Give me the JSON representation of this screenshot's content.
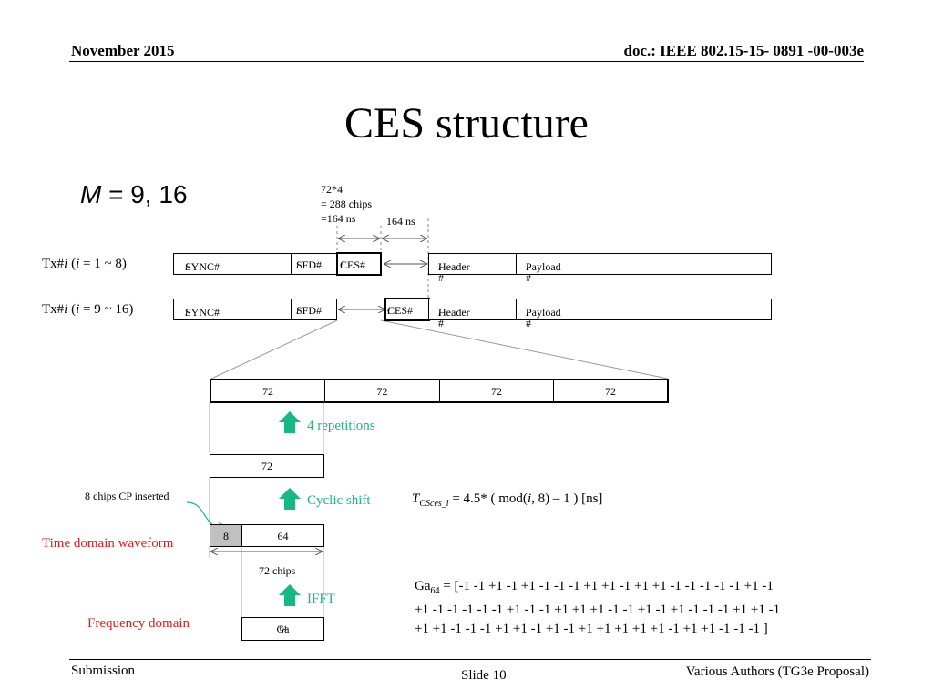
{
  "header": {
    "date": "November 2015",
    "doc": "doc.: IEEE 802.15-15- 0891 -00-003e"
  },
  "title": "CES structure",
  "m_label": {
    "var": "M",
    "value": " = 9, 16"
  },
  "ces_length": {
    "line1": "72*4",
    "line2": "= 288 chips",
    "line3": "=164 ns",
    "gap": "164 ns"
  },
  "tx_rows": [
    {
      "label_prefix": "Tx#",
      "label_i": "i",
      "label_open": " (",
      "label_i2": "i",
      "label_range": " = 1 ~ 8)",
      "sync": "SYNC# ",
      "sfd": "SFD# ",
      "ces": "CES# ",
      "header": "Header # ",
      "payload": "Payload #",
      "idx": "i"
    },
    {
      "label_prefix": "Tx#",
      "label_i": "i",
      "label_open": " (",
      "label_i2": "i",
      "label_range": " = 9 ~ 16)",
      "sync": "SYNC# ",
      "sfd": "SFD# ",
      "ces": "CES# ",
      "header": "Header # ",
      "payload": "Payload #",
      "idx": "i"
    }
  ],
  "repetition_cells": [
    "72",
    "72",
    "72",
    "72"
  ],
  "repetitions_label": "4 repetitions",
  "single_block": "72",
  "cp_label": "8 chips CP inserted",
  "cyclic_shift_label": "Cyclic shift",
  "formula": {
    "t": "T",
    "sub": "CSces_i",
    "eq": " =  4.5* ( mod(",
    "i": "i",
    "rest": ", 8) – 1 ) [ns]"
  },
  "time_domain": {
    "label": "Time domain waveform",
    "cp": "8",
    "body": "64",
    "total": "72 chips"
  },
  "ifft_label": "IFFT",
  "frequency_domain": {
    "label": "Frequency domain",
    "ga": "Ga",
    "ga_sub": "64"
  },
  "ga_sequence": {
    "name": "Ga",
    "sub": "64",
    "line1": " = [-1 -1 +1 -1 +1 -1 -1 -1 +1 +1 -1 +1 +1 -1 -1 -1 -1 -1 +1 -1",
    "line2": "+1 -1 -1 -1 -1 -1 +1 -1 -1 +1 +1 +1 -1 -1 +1 -1 +1 -1 -1 -1 +1 +1 -1",
    "line3": "+1 +1 -1 -1 -1 +1 +1 -1 +1 -1 +1 +1 +1 +1 +1 -1 +1 +1 -1 -1 -1 ]"
  },
  "footer": {
    "left": "Submission",
    "center": "Slide 10",
    "right": "Various Authors (TG3e Proposal)"
  },
  "colors": {
    "accent_green": "#17b883",
    "accent_red": "#e01b1b",
    "cp_fill": "#c0c0c0"
  }
}
